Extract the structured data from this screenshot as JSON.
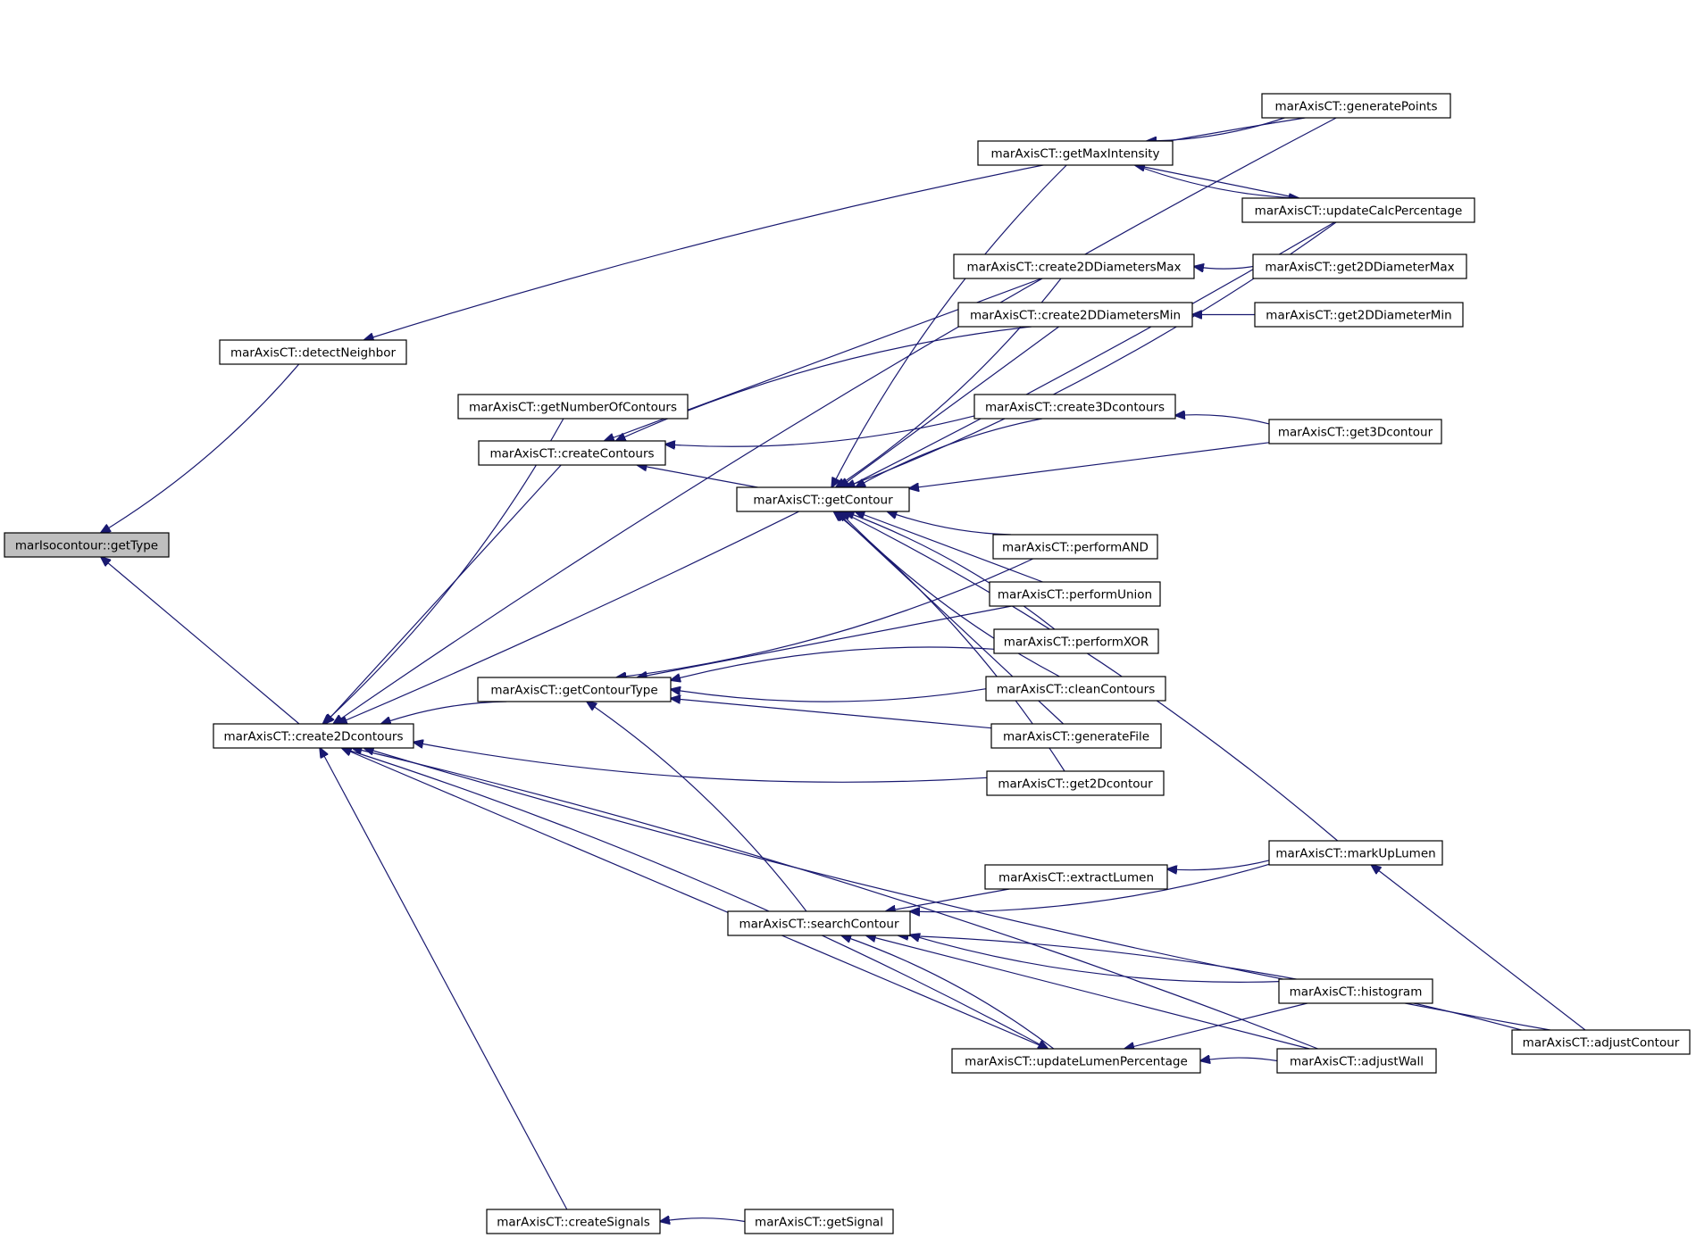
{
  "graph": {
    "nodes": [
      {
        "id": "getType",
        "label": "marIsocontour::getType",
        "root": true
      },
      {
        "id": "detectNeighbor",
        "label": "marAxisCT::detectNeighbor"
      },
      {
        "id": "create2Dcontours",
        "label": "marAxisCT::create2Dcontours"
      },
      {
        "id": "getNumberOfContours",
        "label": "marAxisCT::getNumberOfContours"
      },
      {
        "id": "createContours",
        "label": "marAxisCT::createContours"
      },
      {
        "id": "getContourType",
        "label": "marAxisCT::getContourType"
      },
      {
        "id": "createSignals",
        "label": "marAxisCT::createSignals"
      },
      {
        "id": "getMaxIntensity",
        "label": "marAxisCT::getMaxIntensity"
      },
      {
        "id": "create2DDiametersMax",
        "label": "marAxisCT::create2DDiametersMax"
      },
      {
        "id": "create2DDiametersMin",
        "label": "marAxisCT::create2DDiametersMin"
      },
      {
        "id": "create3Dcontours",
        "label": "marAxisCT::create3Dcontours"
      },
      {
        "id": "getContour",
        "label": "marAxisCT::getContour"
      },
      {
        "id": "performAND",
        "label": "marAxisCT::performAND"
      },
      {
        "id": "performUnion",
        "label": "marAxisCT::performUnion"
      },
      {
        "id": "performXOR",
        "label": "marAxisCT::performXOR"
      },
      {
        "id": "cleanContours",
        "label": "marAxisCT::cleanContours"
      },
      {
        "id": "generateFile",
        "label": "marAxisCT::generateFile"
      },
      {
        "id": "get2Dcontour",
        "label": "marAxisCT::get2Dcontour"
      },
      {
        "id": "extractLumen",
        "label": "marAxisCT::extractLumen"
      },
      {
        "id": "searchContour",
        "label": "marAxisCT::searchContour"
      },
      {
        "id": "updateLumenPercentage",
        "label": "marAxisCT::updateLumenPercentage"
      },
      {
        "id": "getSignal",
        "label": "marAxisCT::getSignal"
      },
      {
        "id": "generatePoints",
        "label": "marAxisCT::generatePoints"
      },
      {
        "id": "updateCalcPercentage",
        "label": "marAxisCT::updateCalcPercentage"
      },
      {
        "id": "get2DDiameterMax",
        "label": "marAxisCT::get2DDiameterMax"
      },
      {
        "id": "get2DDiameterMin",
        "label": "marAxisCT::get2DDiameterMin"
      },
      {
        "id": "get3Dcontour",
        "label": "marAxisCT::get3Dcontour"
      },
      {
        "id": "markUpLumen",
        "label": "marAxisCT::markUpLumen"
      },
      {
        "id": "histogram",
        "label": "marAxisCT::histogram"
      },
      {
        "id": "adjustWall",
        "label": "marAxisCT::adjustWall"
      },
      {
        "id": "adjustContour",
        "label": "marAxisCT::adjustContour"
      }
    ],
    "edges": [
      {
        "from": "detectNeighbor",
        "to": "getType"
      },
      {
        "from": "create2Dcontours",
        "to": "getType"
      },
      {
        "from": "generatePoints",
        "to": "detectNeighbor"
      },
      {
        "from": "getNumberOfContours",
        "to": "create2Dcontours"
      },
      {
        "from": "createContours",
        "to": "create2Dcontours"
      },
      {
        "from": "getContourType",
        "to": "create2Dcontours"
      },
      {
        "from": "get2Dcontour",
        "to": "create2Dcontours"
      },
      {
        "from": "updateLumenPercentage",
        "to": "create2Dcontours"
      },
      {
        "from": "adjustWall",
        "to": "create2Dcontours"
      },
      {
        "from": "adjustContour",
        "to": "create2Dcontours"
      },
      {
        "from": "createSignals",
        "to": "create2Dcontours"
      },
      {
        "from": "generatePoints",
        "to": "create2Dcontours"
      },
      {
        "from": "updateCalcPercentage",
        "to": "create2Dcontours"
      },
      {
        "from": "create2DDiametersMax",
        "to": "createContours"
      },
      {
        "from": "create2DDiametersMin",
        "to": "createContours"
      },
      {
        "from": "create3Dcontours",
        "to": "createContours"
      },
      {
        "from": "getContour",
        "to": "createContours"
      },
      {
        "from": "getMaxIntensity",
        "to": "getContour"
      },
      {
        "from": "create2DDiametersMax",
        "to": "getContour"
      },
      {
        "from": "create2DDiametersMin",
        "to": "getContour"
      },
      {
        "from": "create3Dcontours",
        "to": "getContour"
      },
      {
        "from": "updateCalcPercentage",
        "to": "getContour"
      },
      {
        "from": "get3Dcontour",
        "to": "getContour"
      },
      {
        "from": "markUpLumen",
        "to": "getContour"
      },
      {
        "from": "performAND",
        "to": "getContour"
      },
      {
        "from": "performUnion",
        "to": "getContour"
      },
      {
        "from": "performXOR",
        "to": "getContour"
      },
      {
        "from": "cleanContours",
        "to": "getContour"
      },
      {
        "from": "generateFile",
        "to": "getContour"
      },
      {
        "from": "get2Dcontour",
        "to": "getContour"
      },
      {
        "from": "performAND",
        "to": "getContourType"
      },
      {
        "from": "performUnion",
        "to": "getContourType"
      },
      {
        "from": "performXOR",
        "to": "getContourType"
      },
      {
        "from": "cleanContours",
        "to": "getContourType"
      },
      {
        "from": "generateFile",
        "to": "getContourType"
      },
      {
        "from": "searchContour",
        "to": "getContourType"
      },
      {
        "from": "generatePoints",
        "to": "getMaxIntensity"
      },
      {
        "from": "updateCalcPercentage",
        "to": "getMaxIntensity"
      },
      {
        "from": "getMaxIntensity",
        "to": "updateCalcPercentage"
      },
      {
        "from": "get2DDiameterMax",
        "to": "create2DDiametersMax"
      },
      {
        "from": "get2DDiameterMin",
        "to": "create2DDiametersMin"
      },
      {
        "from": "get3Dcontour",
        "to": "create3Dcontours"
      },
      {
        "from": "markUpLumen",
        "to": "searchContour"
      },
      {
        "from": "extractLumen",
        "to": "searchContour"
      },
      {
        "from": "adjustContour",
        "to": "searchContour"
      },
      {
        "from": "histogram",
        "to": "searchContour"
      },
      {
        "from": "adjustWall",
        "to": "searchContour"
      },
      {
        "from": "updateLumenPercentage",
        "to": "searchContour"
      },
      {
        "from": "markUpLumen",
        "to": "extractLumen"
      },
      {
        "from": "histogram",
        "to": "updateLumenPercentage"
      },
      {
        "from": "adjustWall",
        "to": "updateLumenPercentage"
      },
      {
        "from": "create2Dcontours",
        "to": "updateLumenPercentage"
      },
      {
        "from": "adjustContour",
        "to": "markUpLumen"
      },
      {
        "from": "getSignal",
        "to": "createSignals"
      }
    ]
  }
}
